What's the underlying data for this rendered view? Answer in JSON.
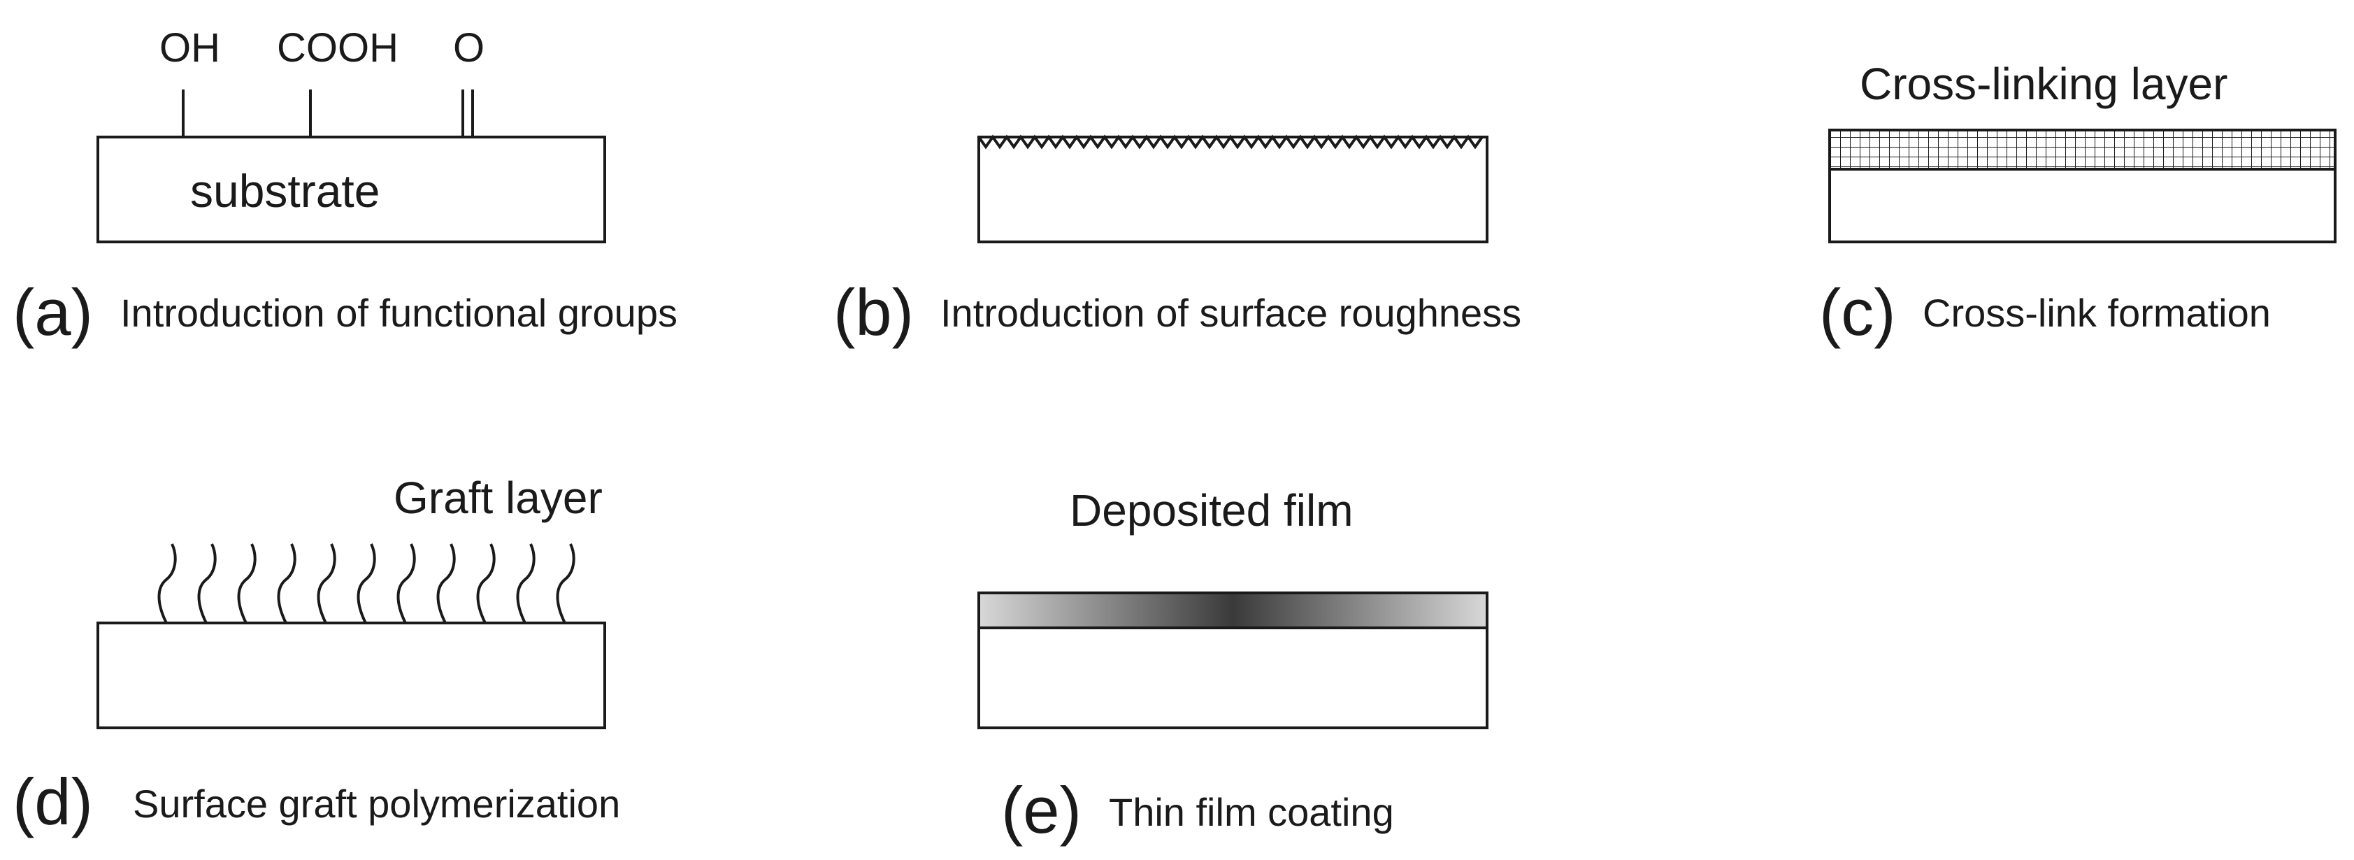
{
  "panels": {
    "a": {
      "letter": "(a)",
      "caption": "Introduction of functional groups",
      "substrate_label": "substrate",
      "groups": [
        "OH",
        "COOH",
        "O"
      ]
    },
    "b": {
      "letter": "(b)",
      "caption": "Introduction of surface roughness"
    },
    "c": {
      "letter": "(c)",
      "caption": "Cross-link formation",
      "layer_label": "Cross-linking layer"
    },
    "d": {
      "letter": "(d)",
      "caption": "Surface graft polymerization",
      "layer_label": "Graft layer"
    },
    "e": {
      "letter": "(e)",
      "caption": "Thin film coating",
      "layer_label": "Deposited film"
    }
  },
  "colors": {
    "line": "#1a1a1a",
    "film_dark": "#3a3a3a",
    "film_light": "#d8d8d8"
  }
}
